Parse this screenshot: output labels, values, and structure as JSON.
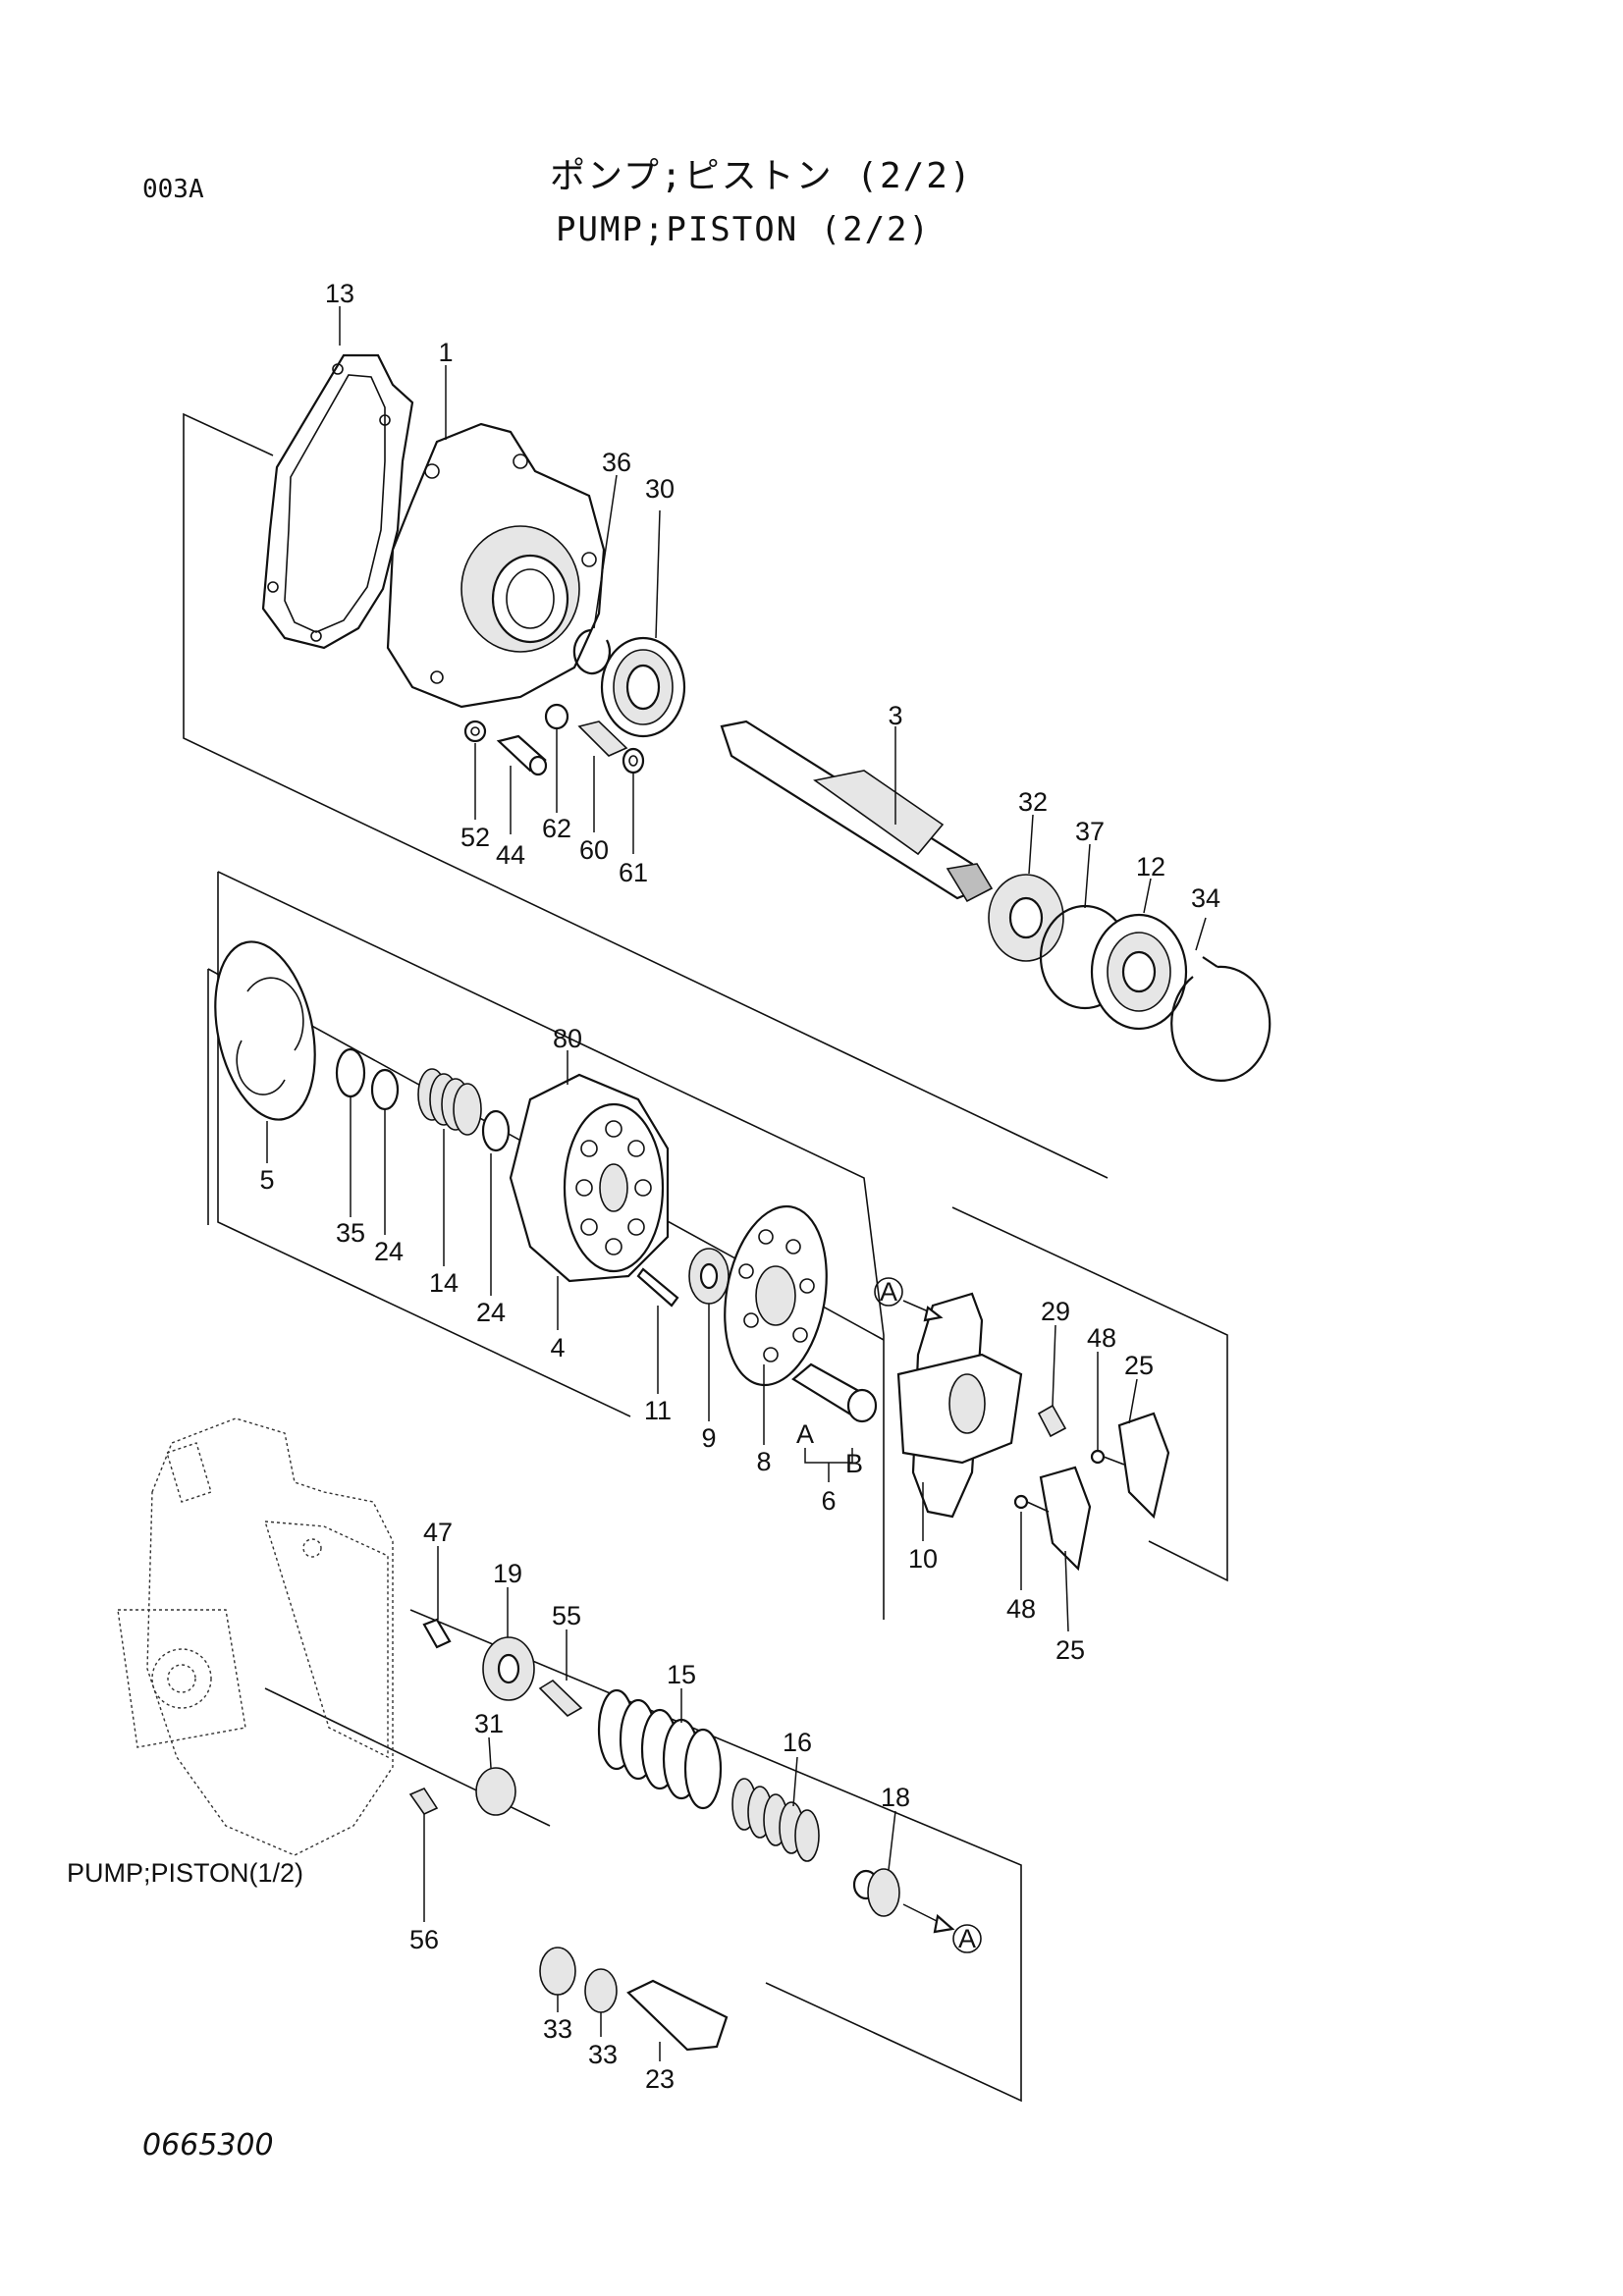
{
  "header": {
    "section_code": "003A",
    "title_jp": "ポンプ;ピストン (2/2)",
    "title_en": "PUMP;PISTON (2/2)"
  },
  "footer": {
    "drawing_number": "0665300"
  },
  "reference_view": "PUMP;PISTON(1/2)",
  "callouts": [
    {
      "id": "13",
      "label": "13"
    },
    {
      "id": "1",
      "label": "1"
    },
    {
      "id": "36",
      "label": "36"
    },
    {
      "id": "30",
      "label": "30"
    },
    {
      "id": "3",
      "label": "3"
    },
    {
      "id": "52",
      "label": "52"
    },
    {
      "id": "44",
      "label": "44"
    },
    {
      "id": "62",
      "label": "62"
    },
    {
      "id": "60",
      "label": "60"
    },
    {
      "id": "61",
      "label": "61"
    },
    {
      "id": "32",
      "label": "32"
    },
    {
      "id": "37",
      "label": "37"
    },
    {
      "id": "12",
      "label": "12"
    },
    {
      "id": "34",
      "label": "34"
    },
    {
      "id": "80",
      "label": "80"
    },
    {
      "id": "5",
      "label": "5"
    },
    {
      "id": "35",
      "label": "35"
    },
    {
      "id": "24a",
      "label": "24"
    },
    {
      "id": "14",
      "label": "14"
    },
    {
      "id": "24b",
      "label": "24"
    },
    {
      "id": "4",
      "label": "4"
    },
    {
      "id": "11",
      "label": "11"
    },
    {
      "id": "9",
      "label": "9"
    },
    {
      "id": "8",
      "label": "8"
    },
    {
      "id": "A1",
      "label": "A"
    },
    {
      "id": "B",
      "label": "B"
    },
    {
      "id": "6",
      "label": "6"
    },
    {
      "id": "A2",
      "label": "A"
    },
    {
      "id": "29",
      "label": "29"
    },
    {
      "id": "48a",
      "label": "48"
    },
    {
      "id": "25a",
      "label": "25"
    },
    {
      "id": "10",
      "label": "10"
    },
    {
      "id": "48b",
      "label": "48"
    },
    {
      "id": "25b",
      "label": "25"
    },
    {
      "id": "47",
      "label": "47"
    },
    {
      "id": "19",
      "label": "19"
    },
    {
      "id": "55",
      "label": "55"
    },
    {
      "id": "15",
      "label": "15"
    },
    {
      "id": "31",
      "label": "31"
    },
    {
      "id": "16",
      "label": "16"
    },
    {
      "id": "18",
      "label": "18"
    },
    {
      "id": "A3",
      "label": "A"
    },
    {
      "id": "56",
      "label": "56"
    },
    {
      "id": "33a",
      "label": "33"
    },
    {
      "id": "33b",
      "label": "33"
    },
    {
      "id": "23",
      "label": "23"
    }
  ]
}
